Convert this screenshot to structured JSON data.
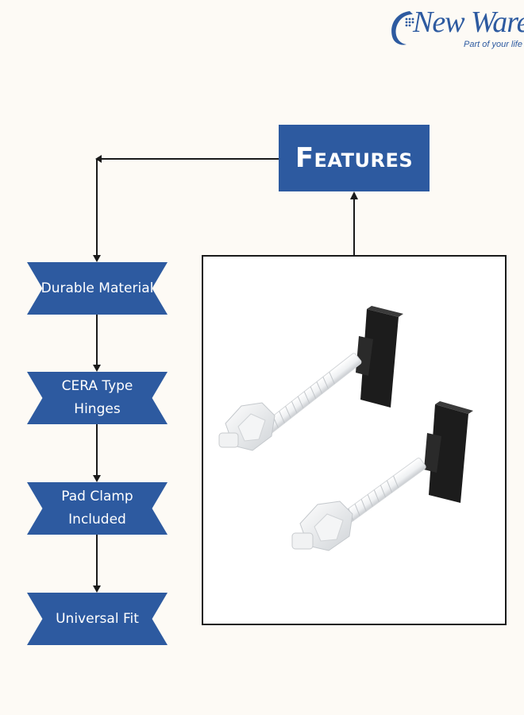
{
  "brand": {
    "name": "New Ware",
    "tagline": "Part of your life",
    "color": "#2d5aa0"
  },
  "heading": "Features",
  "features": [
    {
      "label": "Durable Material"
    },
    {
      "label": "CERA Type Hinges"
    },
    {
      "label": "Pad Clamp Included"
    },
    {
      "label": "Universal Fit"
    }
  ],
  "colors": {
    "primary": "#2d5aa0",
    "background": "#fdfaf5",
    "line": "#1a1a1a"
  }
}
